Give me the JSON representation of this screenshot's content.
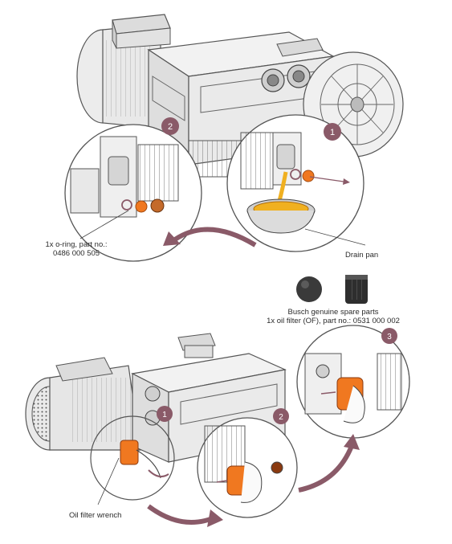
{
  "top": {
    "oring_label_line1": "1x o-ring, part no.:",
    "oring_label_line2": "0486 000 505",
    "drain_pan_label": "Drain pan",
    "step_badges": [
      "1",
      "2"
    ]
  },
  "bottom": {
    "spare_parts_line1": "Busch genuine spare parts",
    "spare_parts_line2": "1x oil filter (OF), part no.: 0531 000 002",
    "wrench_label": "Oil filter wrench",
    "step_badges": [
      "1",
      "2",
      "3"
    ]
  },
  "colors": {
    "arrow": "#8a5a68",
    "orange": "#f07820",
    "oil": "#f0b020",
    "line": "#444444"
  }
}
